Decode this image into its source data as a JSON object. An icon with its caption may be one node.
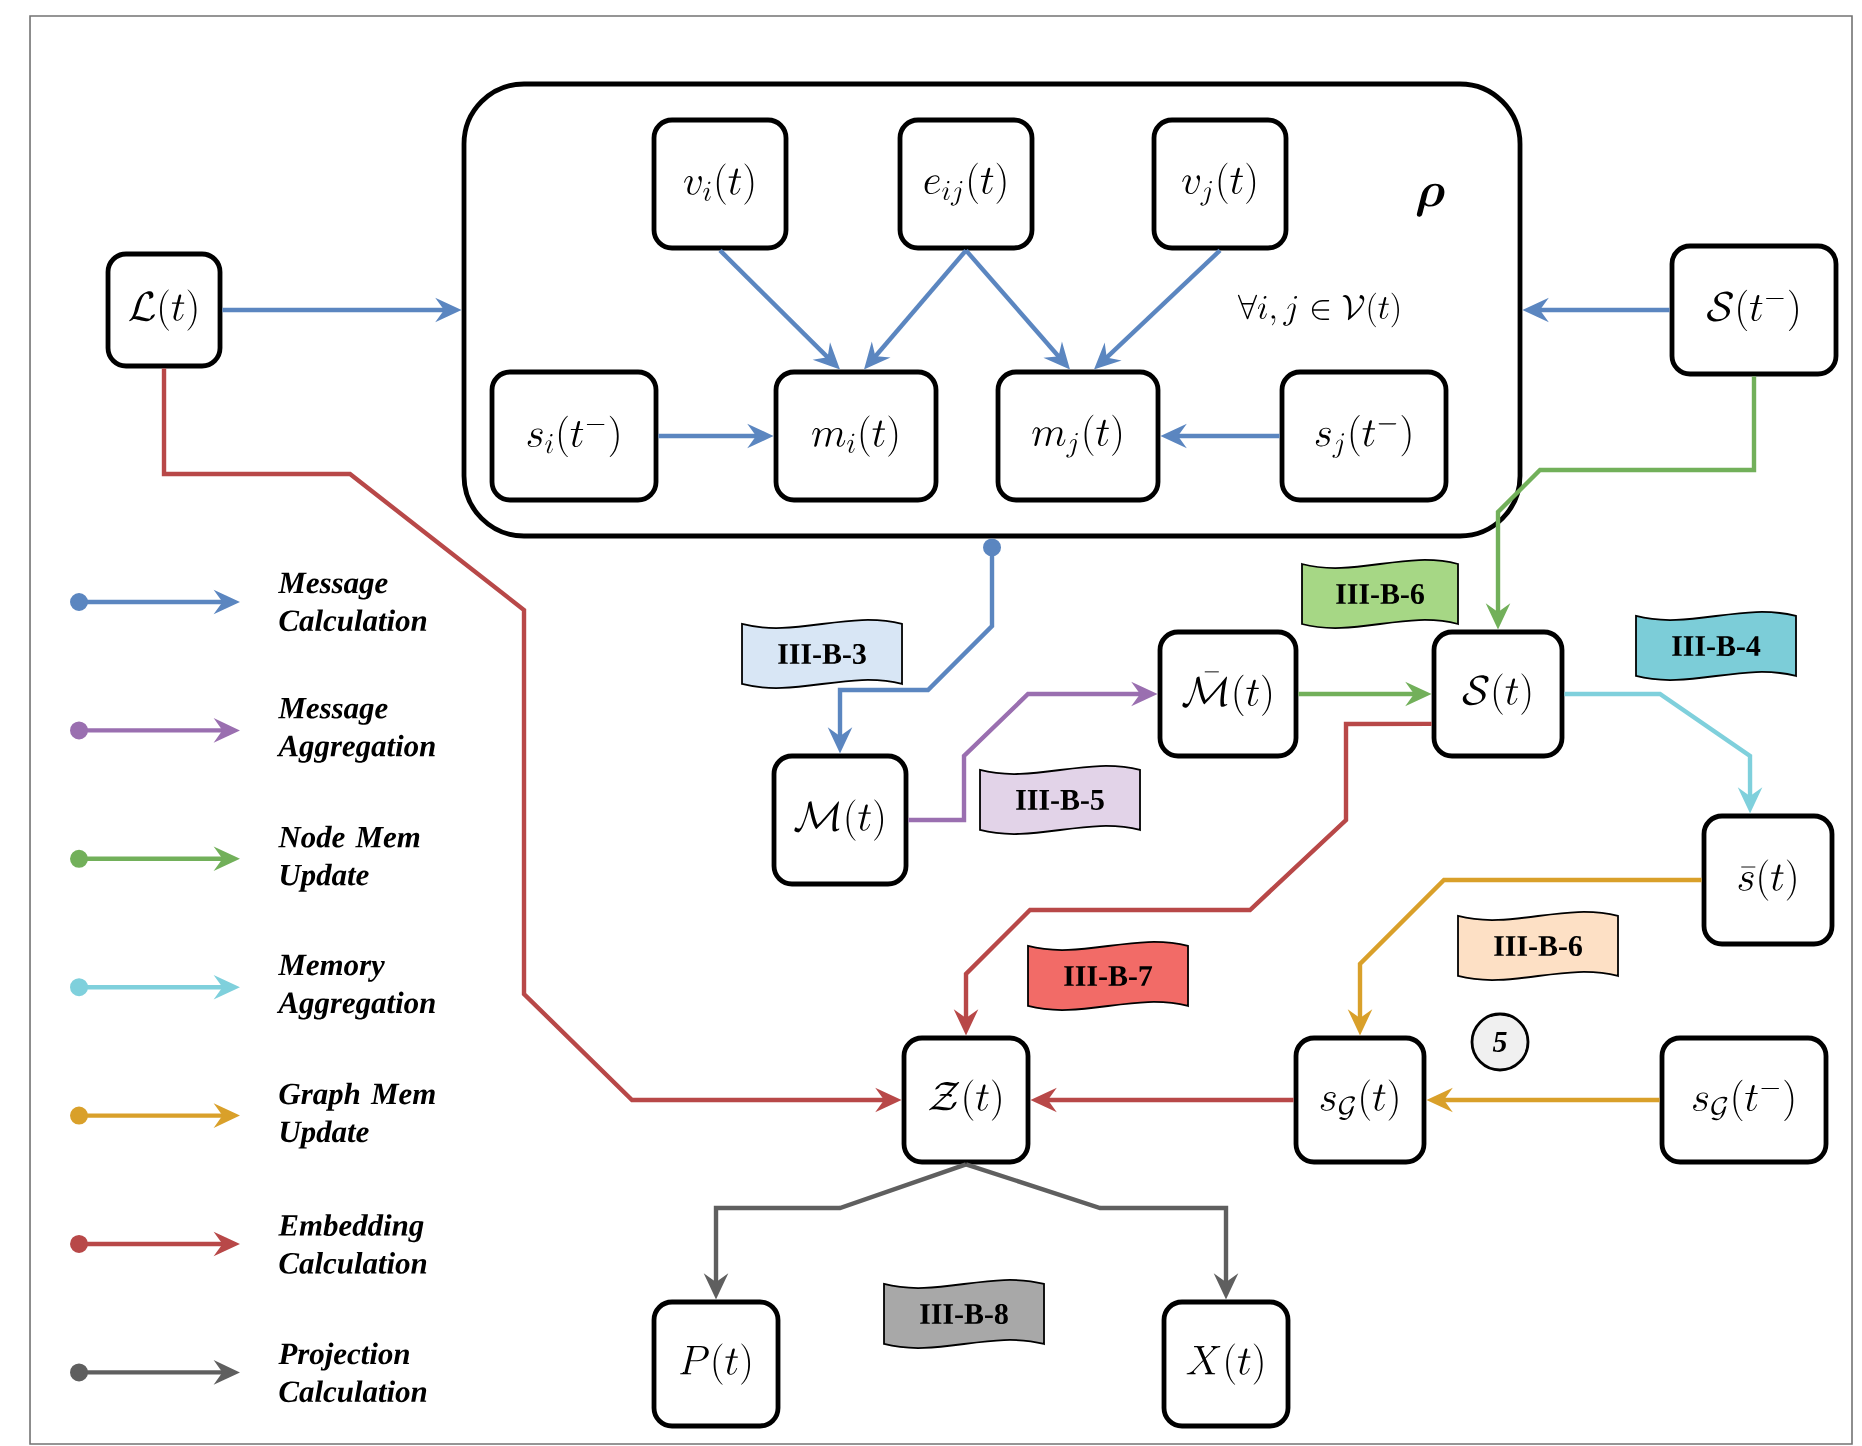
{
  "diagram": {
    "nodes": [
      {
        "text": [
          "\\boldsymbol{\\rho}",
          "\\forall i, j \\in \\mathcal{V}(t)"
        ]
      },
      {
        "text": [
          "v_i(t)"
        ],
        "in": 0
      },
      {
        "text": [
          "e_{ij}(t)"
        ],
        "in": 0
      },
      {
        "text": [
          "v_j(t)"
        ],
        "in": 0
      },
      {
        "text": [
          "s_i(t^{-})"
        ],
        "in": 0
      },
      {
        "text": [
          "m_i(t)"
        ],
        "in": 0
      },
      {
        "text": [
          "m_j(t)"
        ],
        "in": 0
      },
      {
        "text": [
          "s_j(t^{-})"
        ],
        "in": 0
      },
      {
        "text": [
          "\\mathcal{L}(t)"
        ]
      },
      {
        "text": [
          "\\mathcal{S}(t^{-})"
        ]
      },
      {
        "text": [
          "\\mathcal{M}(t)"
        ]
      },
      {
        "text": [
          "\\bar{\\mathcal{M}}(t)"
        ]
      },
      {
        "text": [
          "\\mathcal{S}(t)"
        ]
      },
      {
        "text": [
          "\\bar{s}(t)"
        ]
      },
      {
        "text": [
          "\\mathcal{Z}(t)"
        ]
      },
      {
        "text": [
          "s_{\\mathcal{G}}(t)"
        ]
      },
      {
        "text": [
          "s_{\\mathcal{G}}(t^{-})"
        ]
      },
      {
        "text": [
          "P(t)"
        ]
      },
      {
        "text": [
          "X(t)"
        ]
      },
      {
        "text": [
          "III-B-6"
        ]
      },
      {
        "text": [
          "III-B-4"
        ]
      },
      {
        "text": [
          "III-B-3"
        ]
      },
      {
        "text": [
          "III-B-5"
        ]
      },
      {
        "text": [
          "III-B-6"
        ]
      },
      {
        "text": [
          "III-B-7"
        ]
      },
      {
        "text": [
          "5"
        ]
      },
      {
        "text": [
          "III-B-8"
        ]
      }
    ],
    "edges": [
      {
        "from": 1,
        "to": 5,
        "arrow": "to"
      },
      {
        "from": 2,
        "to": 5,
        "arrow": "to"
      },
      {
        "from": 2,
        "to": 6,
        "arrow": "to"
      },
      {
        "from": 3,
        "to": 6,
        "arrow": "to"
      },
      {
        "from": 4,
        "to": 5,
        "arrow": "to"
      },
      {
        "from": 7,
        "to": 6,
        "arrow": "to"
      },
      {
        "from": 8,
        "to": 0,
        "arrow": "to"
      },
      {
        "from": 9,
        "to": 0,
        "arrow": "to"
      },
      {
        "from": 0,
        "to": 10,
        "arrow": "to"
      },
      {
        "from": 10,
        "to": 11,
        "arrow": "to",
        "color": "#9a6fb0"
      },
      {
        "from": 11,
        "to": 12,
        "arrow": "to",
        "color": "#72b05a"
      },
      {
        "from": 9,
        "to": 12,
        "arrow": "to",
        "color": "#72b05a"
      },
      {
        "from": 12,
        "to": 13,
        "arrow": "to",
        "color": "#7fd0dc"
      },
      {
        "from": 12,
        "to": 14,
        "arrow": "to",
        "color": "#b84848"
      },
      {
        "from": 8,
        "to": 14,
        "arrow": "to",
        "color": "#b84848"
      },
      {
        "from": 13,
        "to": 15,
        "arrow": "to",
        "color": "#d9a02a"
      },
      {
        "from": 16,
        "to": 15,
        "arrow": "to",
        "color": "#d9a02a"
      },
      {
        "from": 15,
        "to": 14,
        "arrow": "to",
        "color": "#b84848"
      },
      {
        "from": 14,
        "to": 17,
        "arrow": "to",
        "color": "#5f5f5f"
      },
      {
        "from": 14,
        "to": 18,
        "arrow": "to",
        "color": "#5f5f5f"
      }
    ],
    "legend": [
      {
        "text": "Message Calculation"
      },
      {
        "text": "Message Aggregation"
      },
      {
        "text": "Node Mem Update"
      },
      {
        "text": "Memory Aggregation"
      },
      {
        "text": "Graph Mem Update"
      },
      {
        "text": "Embedding Calculation"
      },
      {
        "text": "Projection Calculation"
      }
    ]
  }
}
